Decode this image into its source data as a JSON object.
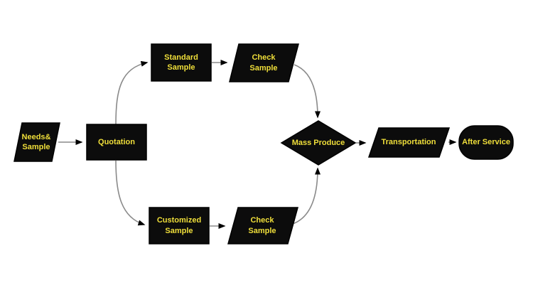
{
  "diagram": {
    "type": "flowchart",
    "background": "#ffffff",
    "colors": {
      "node_fill": "#0c0c0c",
      "node_border": "#000000",
      "label_text": "#f0df3a",
      "connector_line": "#8a8a8a",
      "arrowhead": "#000000"
    },
    "nodes": {
      "needs_sample": {
        "label": "Needs&\nSample",
        "shape": "parallelogram"
      },
      "quotation": {
        "label": "Quotation",
        "shape": "rectangle"
      },
      "standard_sample": {
        "label": "Standard\nSample",
        "shape": "rectangle"
      },
      "check_sample_top": {
        "label": "Check\nSample",
        "shape": "parallelogram"
      },
      "customized_sample": {
        "label": "Customized\nSample",
        "shape": "rectangle"
      },
      "check_sample_bottom": {
        "label": "Check\nSample",
        "shape": "parallelogram"
      },
      "mass_produce": {
        "label": "Mass Produce",
        "shape": "diamond"
      },
      "transportation": {
        "label": "Transportation",
        "shape": "parallelogram"
      },
      "after_service": {
        "label": "After Service",
        "shape": "stadium"
      }
    },
    "edges": [
      {
        "from": "needs_sample",
        "to": "quotation"
      },
      {
        "from": "quotation",
        "to": "standard_sample"
      },
      {
        "from": "standard_sample",
        "to": "check_sample_top"
      },
      {
        "from": "check_sample_top",
        "to": "mass_produce"
      },
      {
        "from": "quotation",
        "to": "customized_sample"
      },
      {
        "from": "customized_sample",
        "to": "check_sample_bottom"
      },
      {
        "from": "check_sample_bottom",
        "to": "mass_produce"
      },
      {
        "from": "mass_produce",
        "to": "transportation"
      },
      {
        "from": "transportation",
        "to": "after_service"
      }
    ]
  }
}
